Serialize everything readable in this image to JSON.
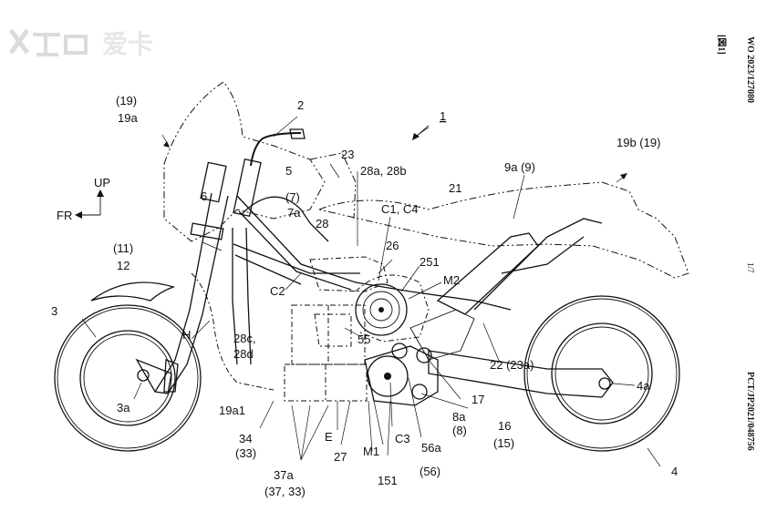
{
  "watermark": {
    "brand": "爱卡"
  },
  "side_text": {
    "figure": "[図1]",
    "publication": "WO 2023/127080",
    "page": "1/7",
    "application": "PCT/JP2021/048756"
  },
  "direction": {
    "up": "UP",
    "front": "FR"
  },
  "labels": {
    "l1": "1",
    "l2": "2",
    "l3": "3",
    "l3a": "3a",
    "l4": "4",
    "l4a": "4a",
    "l5": "5",
    "l6": "6",
    "l7": "(7)",
    "l7a": "7a",
    "l8a": "8a",
    "l8": "(8)",
    "l9a": "9a (9)",
    "l11": "(11)",
    "l12": "12",
    "l16": "16",
    "l15": "(15)",
    "l17": "17",
    "l19": "(19)",
    "l19a": "19a",
    "l19a1": "19a1",
    "l19b": "19b (19)",
    "l21": "21",
    "l22": "22 (23a)",
    "l23": "23",
    "l26": "26",
    "l27": "27",
    "l28": "28",
    "l28ab": "28a, 28b",
    "l28c": "28c,",
    "l28d": "28d",
    "l34": "34",
    "l33": "(33)",
    "l37a": "37a",
    "l3733": "(37, 33)",
    "l55": "55",
    "l56a": "56a",
    "l56": "(56)",
    "l151": "151",
    "l251": "251",
    "lC1C4": "C1, C4",
    "lC2": "C2",
    "lC3": "C3",
    "lE": "E",
    "lH": "H",
    "lM1": "M1",
    "lM2": "M2"
  }
}
